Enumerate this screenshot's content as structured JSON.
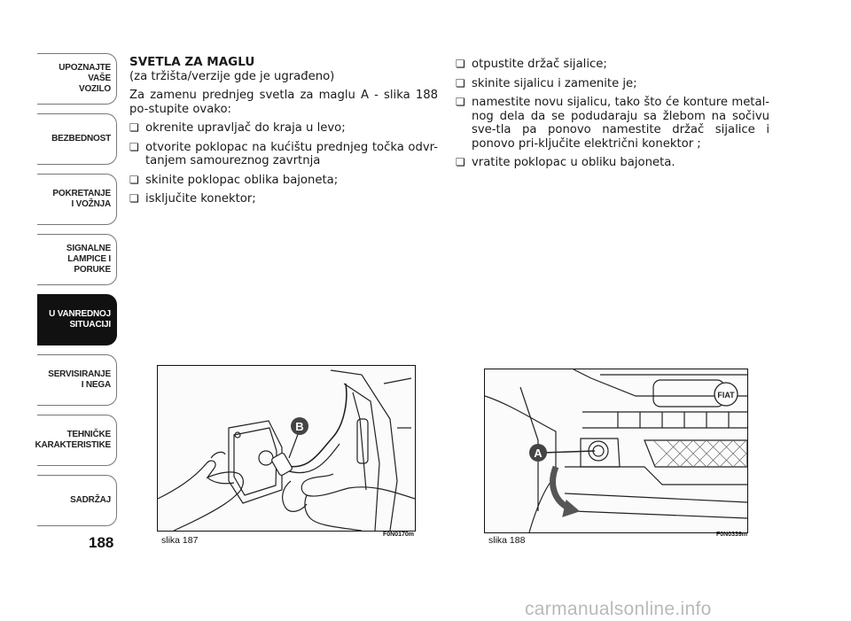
{
  "side_tabs": [
    {
      "label": "UPOZNAJTE\nVAŠE\nVOZILO",
      "active": false
    },
    {
      "label": "BEZBEDNOST",
      "active": false
    },
    {
      "label": "POKRETANJE\nI VOŽNJA",
      "active": false
    },
    {
      "label": "SIGNALNE\nLAMPICE I PORUKE",
      "active": false
    },
    {
      "label": "U VANREDNOJ\nSITUACIJI",
      "active": true
    },
    {
      "label": "SERVISIRANJE\nI NEGA",
      "active": false
    },
    {
      "label": "TEHNIČKE\nKARAKTERISTIKE",
      "active": false
    },
    {
      "label": "SADRŽAJ",
      "active": false
    }
  ],
  "page_number": "188",
  "left_column": {
    "heading": "SVETLA ZA MAGLU",
    "subheading": "(za tržišta/verzije gde je ugrađeno)",
    "intro": "Za zamenu prednjeg svetla za maglu A - slika 188 po-stupite ovako:",
    "steps": [
      "okrenite upravljač do kraja u levo;",
      "otvorite poklopac na kućištu prednjeg točka odvr-tanjem samoureznog zavrtnja",
      "skinite poklopac oblika bajoneta;",
      "isključite konektor;"
    ]
  },
  "right_column": {
    "steps": [
      "otpustite držač sijalice;",
      "skinite sijalicu i zamenite je;",
      "namestite novu sijalicu, tako što će konture metal-nog dela da se podudaraju sa žlebom na sočivu sve-tla pa ponovo namestite držač sijalice i ponovo pri-ključite električni konektor ;",
      "vratite poklopac u obliku bajoneta."
    ]
  },
  "figures": [
    {
      "caption": "slika 187",
      "code": "F0N0170m",
      "callout": "B"
    },
    {
      "caption": "slika 188",
      "code": "F0N0339m",
      "callout": "A",
      "badge": "FIAT"
    }
  ],
  "watermark": "carmanualsonline.info"
}
